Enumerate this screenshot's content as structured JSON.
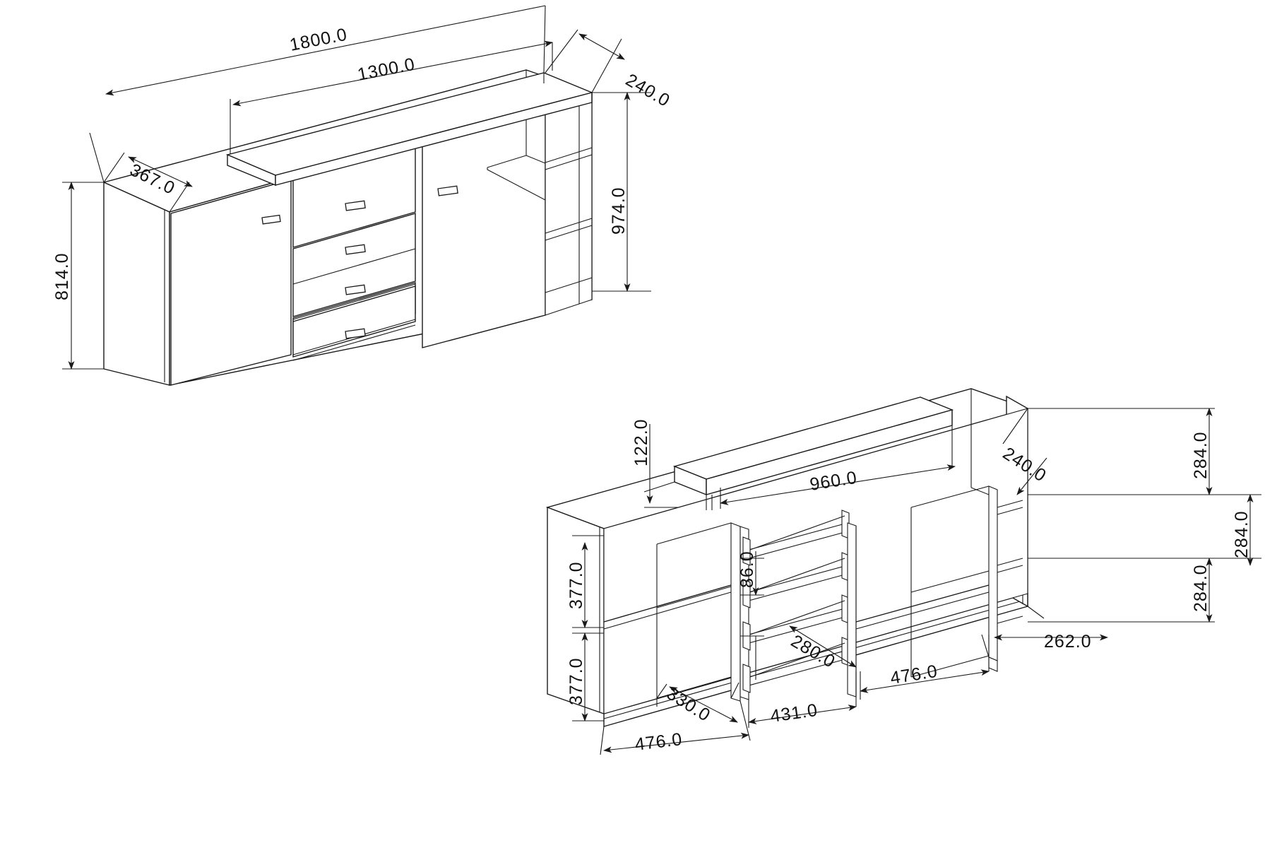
{
  "document": {
    "type": "technical-drawing",
    "subject": "sideboard-cabinet",
    "units": "mm",
    "views": 2
  },
  "view_top": {
    "name": "front-isometric-closed-view",
    "dimensions": {
      "overall_width": "1800.0",
      "hutch_shelf_width": "1300.0",
      "depth_right": "240.0",
      "depth_left": "367.0",
      "body_height": "814.0",
      "total_height": "974.0"
    },
    "components": {
      "left_door": "left-door",
      "drawers_count": 4,
      "right_door": "right-door",
      "open_shelves": "right-open-shelf-unit",
      "top_riser_shelf": "floating-riser-shelf"
    }
  },
  "view_bottom": {
    "name": "interior-isometric-open-view",
    "dimensions": {
      "riser_height": "122.0",
      "riser_length": "960.0",
      "riser_depth": "240.0",
      "left_compartment_height_upper": "377.0",
      "left_compartment_height_lower": "377.0",
      "drawer_gap": "86.0",
      "drawer_depth": "280.0",
      "left_bay_width": "476.0",
      "left_shelf_width": "330.0",
      "drawer_bay_width": "431.0",
      "right_bay_width": "476.0",
      "right_end_depth": "262.0",
      "shelf_height_1": "284.0",
      "shelf_height_2": "284.0",
      "shelf_height_3": "284.0"
    }
  },
  "labels": {
    "d1800": "1800.0",
    "d1300": "1300.0",
    "d240a": "240.0",
    "d367": "367.0",
    "d814": "814.0",
    "d974": "974.0",
    "d122": "122.0",
    "d960": "960.0",
    "d240b": "240.0",
    "d284a": "284.0",
    "d284b": "284.0",
    "d284c": "284.0",
    "d262": "262.0",
    "d377a": "377.0",
    "d377b": "377.0",
    "d86": "86.0",
    "d280": "280.0",
    "d330": "330.0",
    "d476a": "476.0",
    "d431": "431.0",
    "d476b": "476.0"
  },
  "style": {
    "line_color": "#1a1a1a",
    "background": "#ffffff",
    "text_color": "#111111"
  }
}
